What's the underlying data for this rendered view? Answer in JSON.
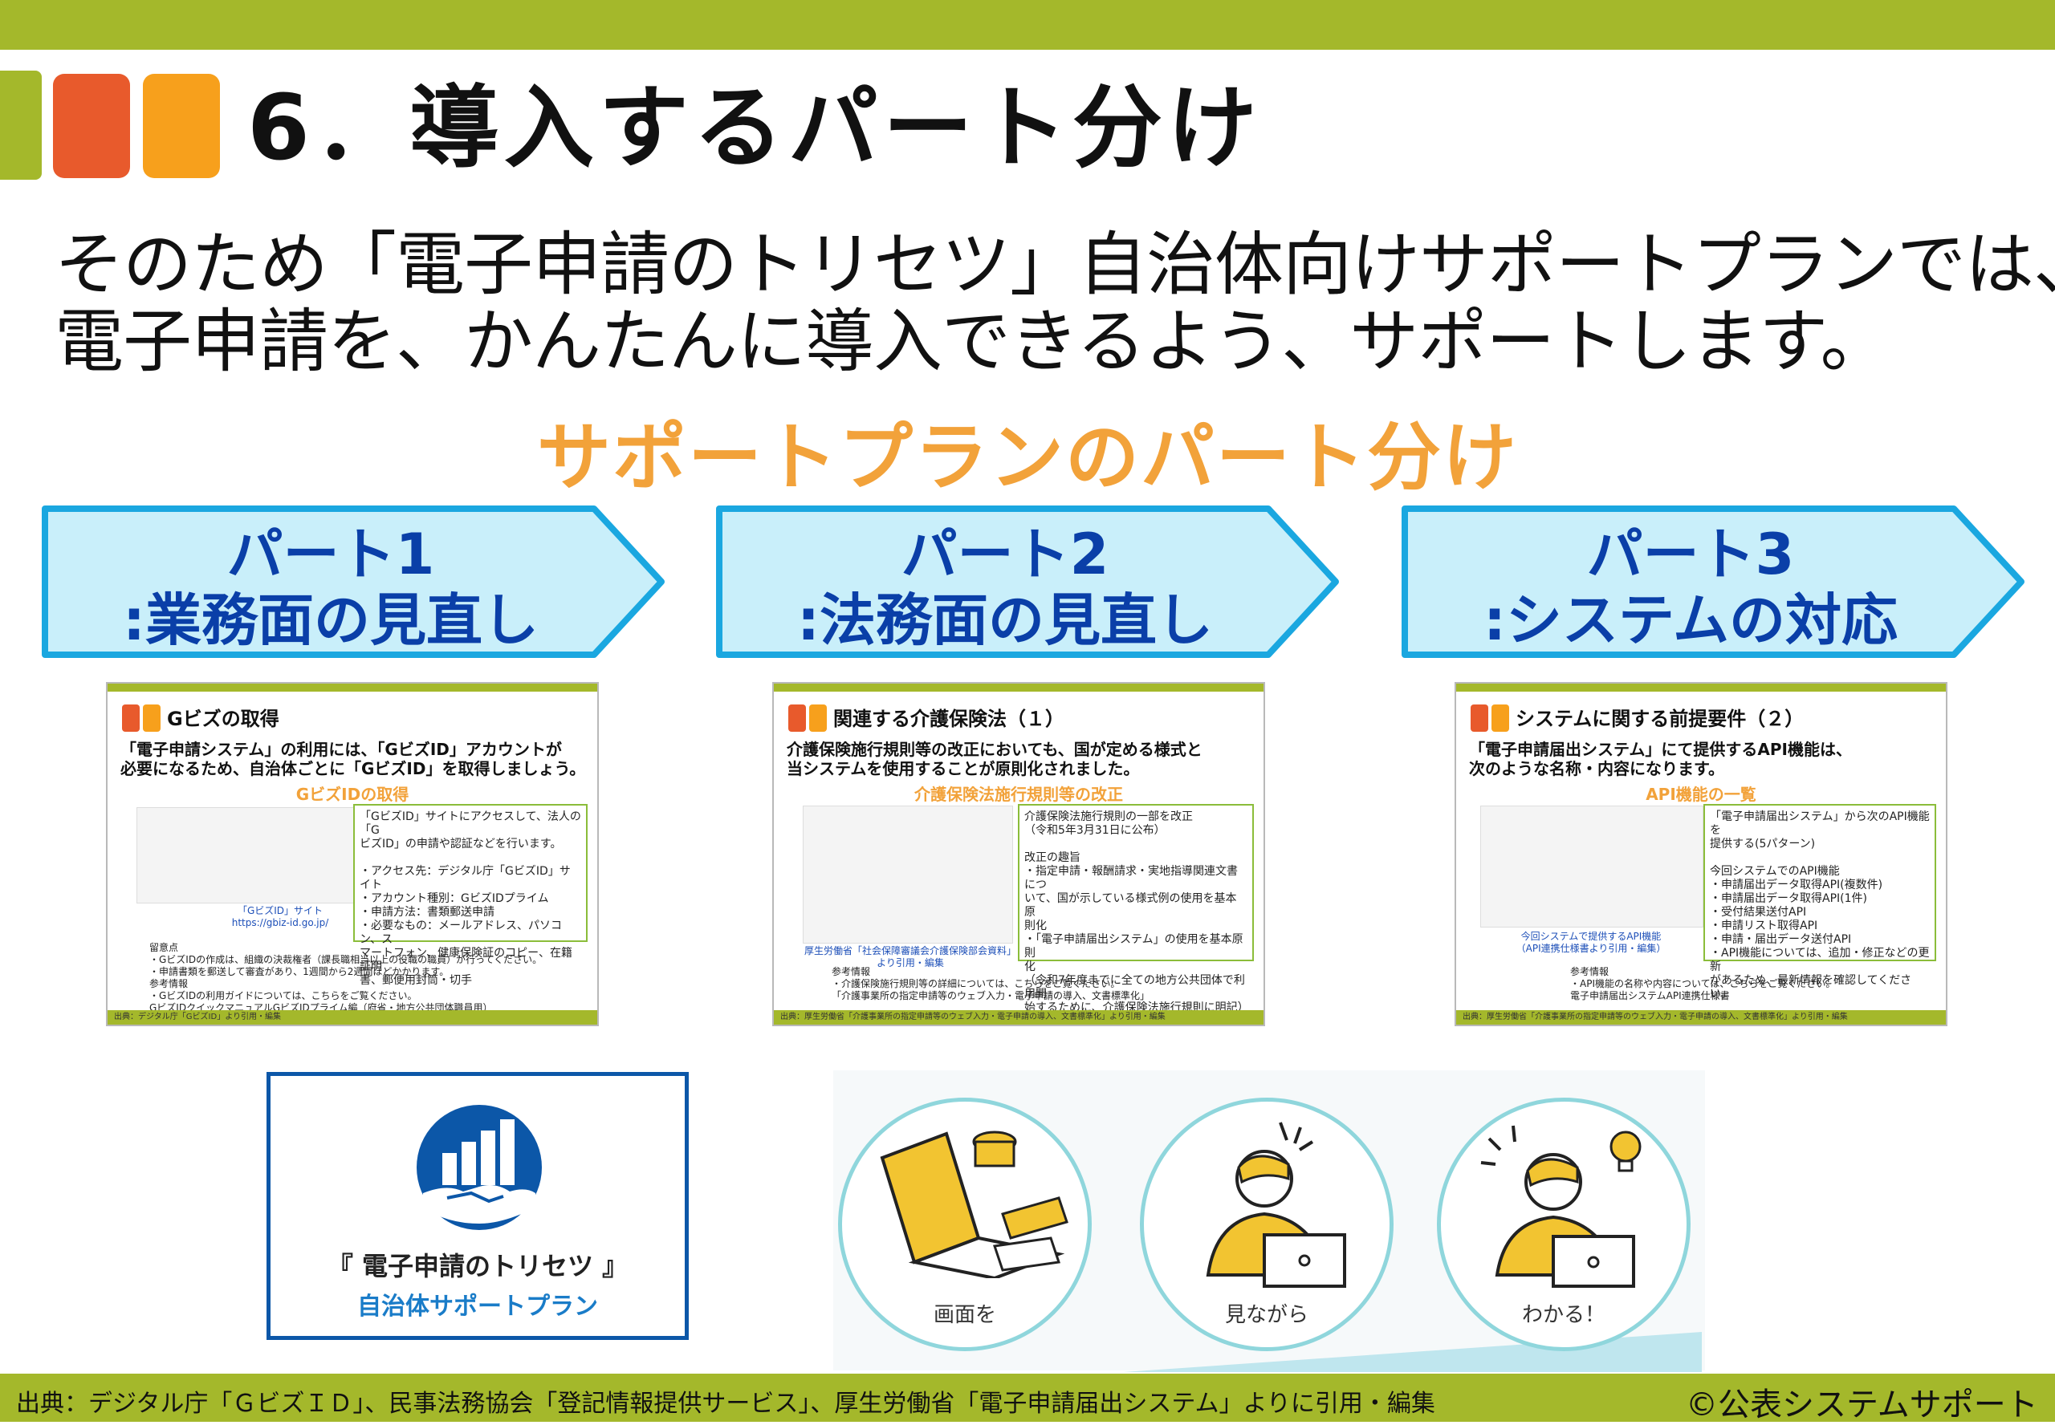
{
  "header": {
    "title": "6．導入するパート分け"
  },
  "lead": {
    "line1": "そのため「電子申請のトリセツ」自治体向けサポートプランでは、",
    "line2": "電子申請を、かんたんに導入できるよう、サポートします。"
  },
  "subtitle": "サポートプランのパート分け",
  "parts": [
    {
      "line1": "パート1",
      "line2": ":業務面の見直し"
    },
    {
      "line1": "パート2",
      "line2": ":法務面の見直し"
    },
    {
      "line1": "パート3",
      "line2": ":システムの対応"
    }
  ],
  "thumbs": [
    {
      "title": "Gビズの取得",
      "lead1": "「電子申請システム」の利用には、「GビズID」アカウントが",
      "lead2": "必要になるため、自治体ごとに「GビズID」を取得しましょう。",
      "sub": "GビズIDの取得",
      "box": "「GビズID」サイトにアクセスして、法人の「G\nビズID」の申請や認証などを行います。\n\n・アクセス先：デジタル庁「GビズID」サイト\n・アカウント種別：GビズIDプライム\n・申請方法：書類郵送申請\n・必要なもの：メールアドレス、パソコン、ス\nマートフォン、健康保険証のコピー、在籍証明\n書、郵便用封筒・切手",
      "imgcap": "「GビズID」サイト\nhttps://gbiz-id.go.jp/",
      "notes": "留意点\n・GビズIDの作成は、組織の決裁権者（課長職相当以上の役職の職員）が行ってください。\n・申請書類を郵送して審査があり、1週間から2週間ほどかかります。\n参考情報\n・GビズIDの利用ガイドについては、こちらをご覧ください。\nGビズIDクイックマニュアルGビズIDプライム編（府省・地方公共団体職員用）",
      "foot": "出典：デジタル庁「GビズID」より引用・編集"
    },
    {
      "title": "関連する介護保険法（１）",
      "lead1": "介護保険施行規則等の改正においても、国が定める様式と",
      "lead2": "当システムを使用することが原則化されました。",
      "sub": "介護保険法施行規則等の改正",
      "box": "介護保険法施行規則の一部を改正\n（令和5年3月31日に公布）\n\n改正の趣旨\n・指定申請・報酬請求・実地指導関連文書につ\nいて、国が示している様式例の使用を基本原\n則化\n・「電子申請届出システム」の使用を基本原則\n化\n（令和7年度までに全ての地方公共団体で利用開\n始するために、介護保険法施行規則に明記）",
      "imgcap": "厚生労働省「社会保障審議会介護保険部会資料」\nより引用・編集",
      "notes": "参考情報\n・介護保険施行規則等の詳細については、こちらをご覧ください。\n「介護事業所の指定申請等のウェブ入力・電子申請の導入、文書標準化」",
      "foot": "出典：厚生労働省「介護事業所の指定申請等のウェブ入力・電子申請の導入、文書標準化」より引用・編集"
    },
    {
      "title": "システムに関する前提要件（２）",
      "lead1": "「電子申請届出システム」にて提供するAPI機能は、",
      "lead2": "次のような名称・内容になります。",
      "sub": "API機能の一覧",
      "box": "「電子申請届出システム」から次のAPI機能を\n提供する(5パターン)\n\n今回システムでのAPI機能\n・申請届出データ取得API(複数件)\n・申請届出データ取得API(1件)\n・受付結果送付API\n・申請リスト取得API\n・申請・届出データ送付API\n・API機能については、追加・修正などの更新\nがあるため、最新情報を確認してください。",
      "imgcap": "今回システムで提供するAPI機能\n（API連携仕様書より引用・編集）",
      "notes": "参考情報\n・API機能の名称や内容については、こちらをご覧ください。\n電子申請届出システムAPI連携仕様書",
      "foot": "出典：厚生労働省「介護事業所の指定申請等のウェブ入力・電子申請の導入、文書標準化」より引用・編集"
    }
  ],
  "logo": {
    "name": "『 電子申請のトリセツ 』",
    "plan": "自治体サポートプラン"
  },
  "circles": [
    {
      "label": "画面を"
    },
    {
      "label": "見ながら"
    },
    {
      "label": "わかる！"
    }
  ],
  "footer": {
    "source": "出典：デジタル庁「ＧビズＩＤ」、民事法務協会「登記情報提供サービス」、厚生労働省「電子申請届出システム」よりに引用・編集",
    "copyright": "©公表システムサポート"
  },
  "colors": {
    "accent_green": "#a4b82b",
    "orange_red": "#e85a2c",
    "orange": "#f7a01c",
    "subtitle_orange": "#f2a23a",
    "part_blue": "#0a3fa8",
    "arrow_fill": "#c9effa",
    "arrow_border": "#1aa7e0",
    "logo_blue": "#0c57a8"
  }
}
